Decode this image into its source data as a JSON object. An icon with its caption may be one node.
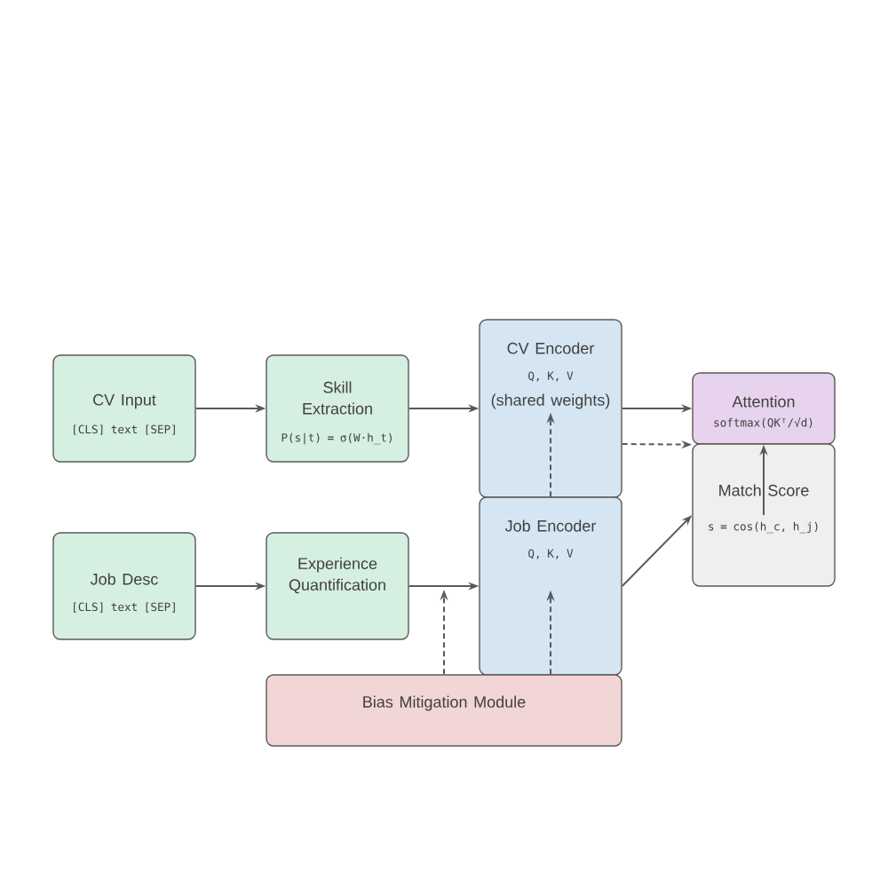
{
  "diagram": {
    "nodes": [
      {
        "text": [
          "CV Input",
          "[CLS] text [SEP]"
        ]
      },
      {
        "text": [
          "Skill Extraction",
          "P(s|t) = σ(W·h_t)"
        ]
      },
      {
        "text": [
          "CV Encoder",
          "Q, K, V",
          "(shared weights)"
        ]
      },
      {
        "text": [
          "Attention",
          "softmax(QKᵀ/√d)"
        ]
      },
      {
        "text": [
          "Job Desc",
          "[CLS] text [SEP]"
        ]
      },
      {
        "text": [
          "Experience Quantification"
        ]
      },
      {
        "text": [
          "Job Encoder",
          "Q, K, V"
        ]
      },
      {
        "text": [
          "Match Score",
          "s = cos(h_c, h_j)"
        ]
      },
      {
        "text": [
          "Bias Mitigation Module"
        ]
      }
    ],
    "edges": [
      {
        "from": 0,
        "to": 1,
        "arrow": "to"
      },
      {
        "from": 1,
        "to": 2,
        "arrow": "to"
      },
      {
        "from": 2,
        "to": 3,
        "arrow": "to"
      },
      {
        "from": 2,
        "to": 3,
        "arrow": "to",
        "style": "dashed"
      },
      {
        "from": 4,
        "to": 5,
        "arrow": "to"
      },
      {
        "from": 5,
        "to": 6,
        "arrow": "to"
      },
      {
        "from": 8,
        "to": null,
        "arrow": "to",
        "style": "dashed"
      },
      {
        "from": 8,
        "to": 6,
        "arrow": "to",
        "style": "dashed"
      },
      {
        "from": 6,
        "to": 2,
        "arrow": "to",
        "style": "dashed"
      },
      {
        "from": 6,
        "to": 7,
        "arrow": "to"
      },
      {
        "from": 7,
        "to": 3,
        "arrow": "to"
      }
    ]
  }
}
